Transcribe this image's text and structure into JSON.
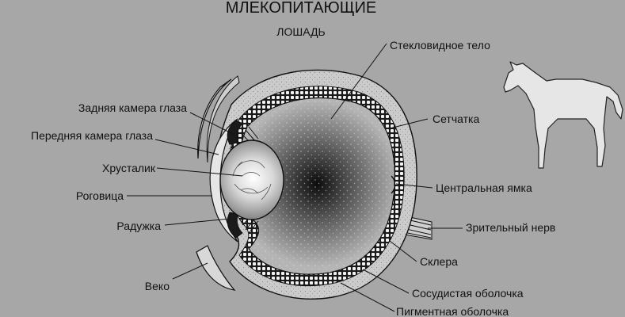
{
  "title": "МЛЕКОПИТАЮЩИЕ",
  "subtitle": "ЛОШАДЬ",
  "labels": {
    "vitreous": "Стекловидное тело",
    "retina": "Сетчатка",
    "posterior_chamber": "Задняя камера глаза",
    "anterior_chamber": "Передняя камера глаза",
    "lens": "Хрусталик",
    "cornea": "Роговица",
    "iris": "Радужка",
    "eyelid": "Веко",
    "fovea": "Центральная ямка",
    "optic_nerve": "Зрительный нерв",
    "sclera": "Склера",
    "choroid": "Сосудистая оболочка",
    "pigment_layer": "Пигментная оболочка"
  },
  "icons": {
    "animal": "horse-silhouette-icon"
  },
  "colors": {
    "background": "#a7a7a7",
    "sclera": "#c9c9c9",
    "lens": "#d0d0d0",
    "horse": "#e6e6e6",
    "line": "#111111"
  }
}
